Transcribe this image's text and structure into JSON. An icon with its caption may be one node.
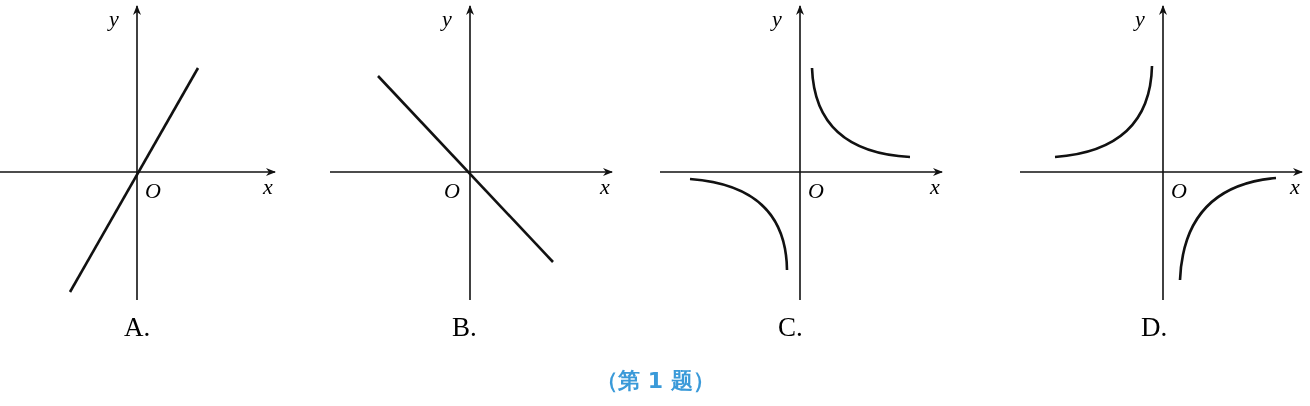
{
  "diagram": {
    "caption": "（第 1 题）",
    "labels": [
      "y",
      "x",
      "O",
      "A.",
      "y",
      "x",
      "O",
      "B.",
      "y",
      "x",
      "O",
      "C.",
      "y",
      "x",
      "O",
      "D."
    ]
  }
}
